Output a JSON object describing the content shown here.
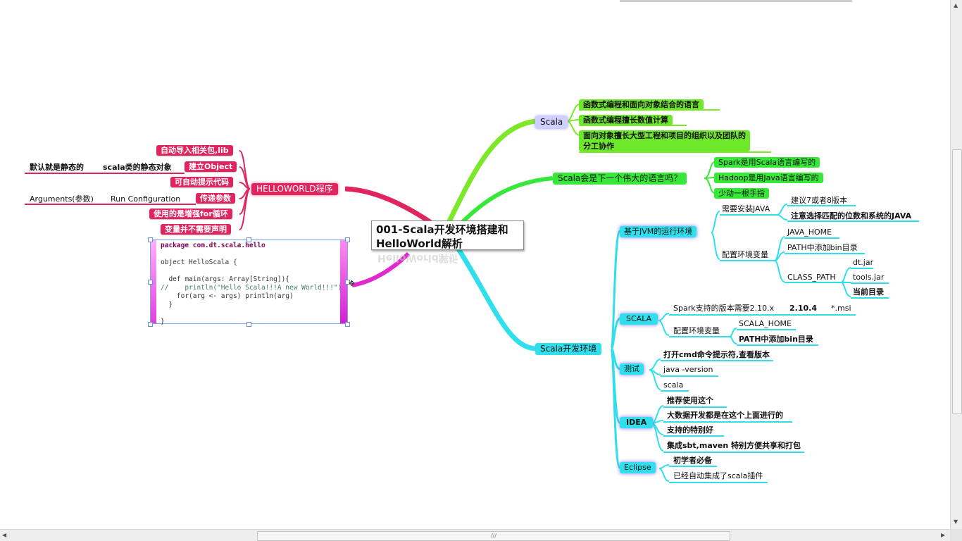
{
  "central": {
    "title": "001-Scala开发环境搭建和HelloWorld解析",
    "reflection": "HelloWorld解析"
  },
  "scala_branch": {
    "label": "Scala",
    "items": [
      "函数式编程和面向对象结合的语言",
      "函数式编程擅长数值计算"
    ],
    "item3_line1": "面向对象擅长大型工程和项目的组织以及团队的",
    "item3_line2": "分工协作"
  },
  "great_lang_branch": {
    "label": "Scala会是下一个伟大的语言吗？",
    "items": [
      "Spark是用Scala语言编写的",
      "Hadoop是用Java语言编写的",
      "少动一根手指"
    ]
  },
  "env_branch": {
    "label": "Scala开发环境",
    "jvm": {
      "label": "基于JVM的运行环境",
      "java_label": "需要安装JAVA",
      "java_items": [
        "建议7或者8版本",
        "注意选择匹配的位数和系统的JAVA"
      ],
      "env_label": "配置环境变量",
      "java_home": "JAVA_HOME",
      "path": "PATH中添加bin目录",
      "classpath": "CLASS_PATH",
      "classpath_items": [
        "dt.jar",
        "tools.jar",
        "当前目录"
      ]
    },
    "scala": {
      "label": "SCALA",
      "version_text": "Spark支持的版本需要2.10.x",
      "version": "2.10.4",
      "msi": "*.msi",
      "env_label": "配置环境变量",
      "env_items": [
        "SCALA_HOME",
        "PATH中添加bin目录"
      ]
    },
    "test": {
      "label": "测试",
      "items": [
        "打开cmd命令提示符,查看版本",
        "java -version",
        "scala"
      ]
    },
    "idea": {
      "label": "IDEA",
      "items": [
        "推荐使用这个",
        "大数据开发都是在这个上面进行的",
        "支持的特别好",
        "集成sbt,maven 特别方便共享和打包"
      ]
    },
    "eclipse": {
      "label": "Eclipse",
      "items": [
        "初学者必备",
        "已经自动集成了scala插件"
      ]
    }
  },
  "hello_branch": {
    "label": "HELLOWORLD程序",
    "items": [
      "自动导入相关包,lib",
      "建立Object",
      "可自动提示代码",
      "传递参数",
      "使用的是增强for循环",
      "变量并不需要声明"
    ],
    "object_notes": [
      "默认就是静态的",
      "scala类的静态对象"
    ],
    "param_notes": [
      "Arguments(参数)",
      "Run Configuration"
    ]
  },
  "code": {
    "lines": [
      "package com.dt.scala.hello",
      "",
      "object HelloScala {",
      "",
      "  def main(args: Array[String]){",
      "//    println(\"Hello Scala!!!A new World!!!\")",
      "    for(arg <- args) println(arg)",
      "  }",
      "",
      "}"
    ]
  },
  "scrollbar": {
    "h_thumb_grip": "///"
  },
  "colors": {
    "pink": "#e0245e",
    "green": "#6ee82a",
    "lime": "#38e838",
    "cyan": "#2fe0ec"
  }
}
